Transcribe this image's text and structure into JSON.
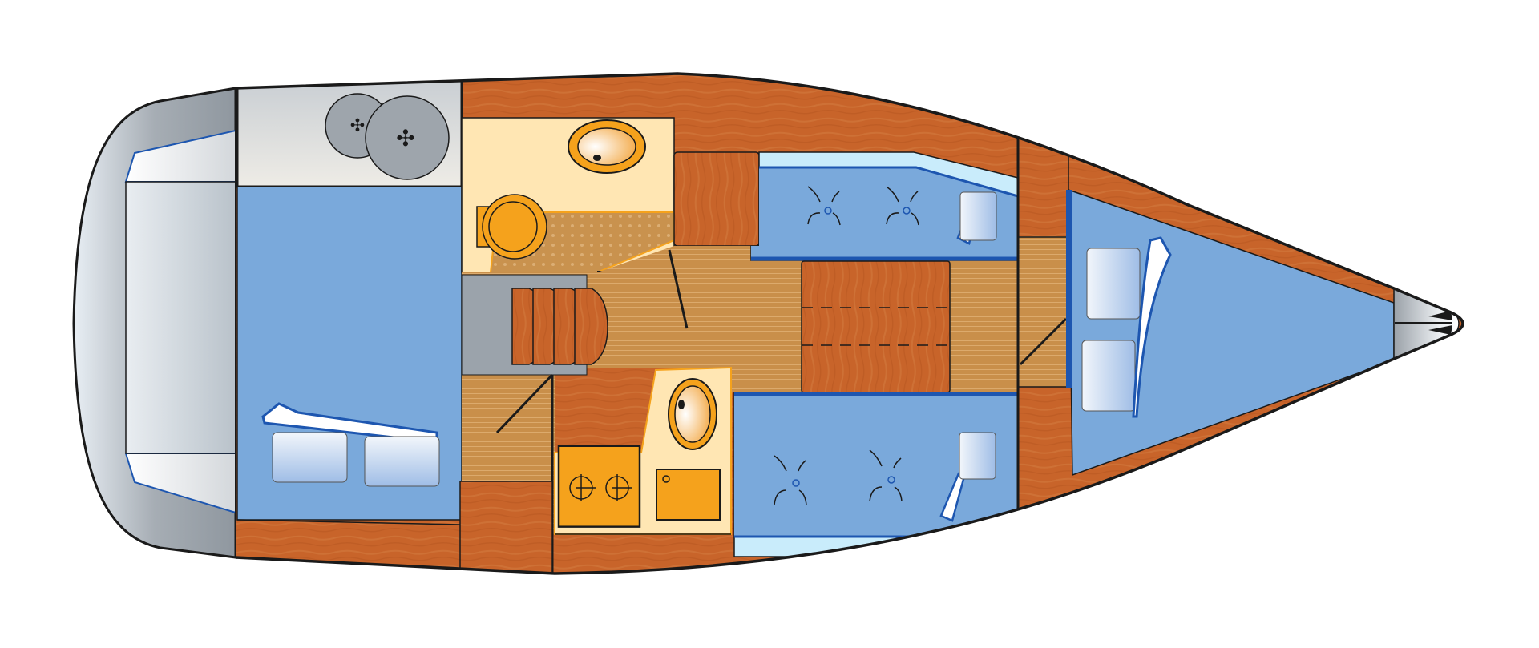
{
  "diagram": {
    "title": "Sailboat interior layout (deck plan, top view)",
    "orientation": "stern-left, bow-right",
    "colors": {
      "background": "#ffffff",
      "hull_outline": "#1a1a1a",
      "wood": "#c8642a",
      "wood_dark": "#b5551f",
      "berth_blue": "#7aa9db",
      "berth_edge": "#1d56b0",
      "berth_light": "#c9ecfb",
      "floor": "#c98f4a",
      "floor_line": "#d9a766",
      "head_cream": "#ffe6b3",
      "fixture_orange": "#f5a21c",
      "cockpit_gray": "#9aa3ab",
      "stairs_gray": "#9ba3ab",
      "pillow": "#e4edf8"
    },
    "areas": [
      {
        "id": "cockpit",
        "label": "Cockpit"
      },
      {
        "id": "steering",
        "label": "Twin wheels / lazarette"
      },
      {
        "id": "aft-cabin",
        "label": "Aft cabin double berth"
      },
      {
        "id": "head",
        "label": "Head (toilet & washbasin)"
      },
      {
        "id": "companionway",
        "label": "Companionway steps"
      },
      {
        "id": "saloon",
        "label": "Saloon"
      },
      {
        "id": "saloon-table",
        "label": "Saloon table"
      },
      {
        "id": "settee-port",
        "label": "Port settee"
      },
      {
        "id": "settee-starboard",
        "label": "Starboard settee"
      },
      {
        "id": "galley",
        "label": "Galley (stove, sink, fridge)"
      },
      {
        "id": "forward-cabin",
        "label": "Forward V-berth cabin"
      },
      {
        "id": "anchor-locker",
        "label": "Anchor locker"
      }
    ],
    "fixtures": {
      "wheels": 2,
      "companionway_steps": 4,
      "stove_burners": 2,
      "pillows_aft": 2,
      "pillows_forward": 2,
      "pillows_settees": 2,
      "doors": 4
    }
  }
}
